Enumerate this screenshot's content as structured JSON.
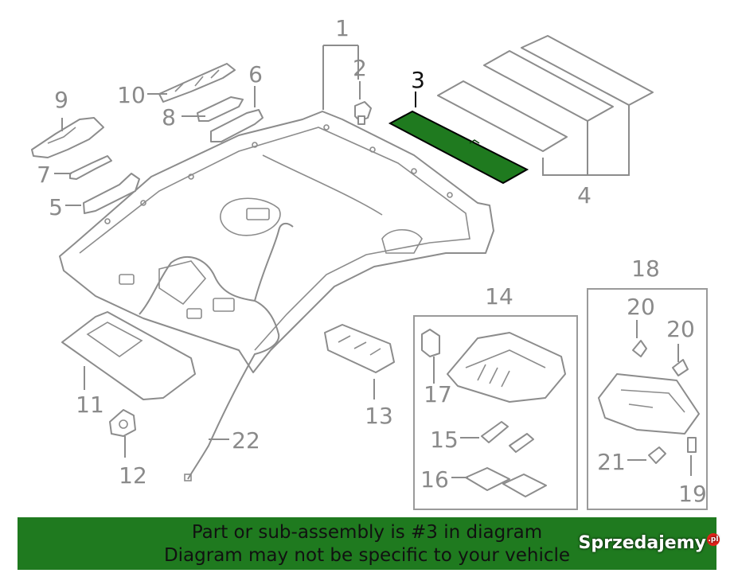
{
  "callouts": {
    "c1": "1",
    "c2": "2",
    "c3": "3",
    "c4": "4",
    "c5": "5",
    "c6": "6",
    "c7": "7",
    "c8": "8",
    "c9": "9",
    "c10": "10",
    "c11": "11",
    "c12": "12",
    "c13": "13",
    "c14": "14",
    "c15": "15",
    "c16": "16",
    "c17": "17",
    "c18": "18",
    "c19": "19",
    "c20a": "20",
    "c20b": "20",
    "c21": "21",
    "c22": "22"
  },
  "banner": {
    "line1": "Part or sub-assembly is #3 in diagram",
    "line2": "Diagram may not be specific to your vehicle"
  },
  "watermark": {
    "text": "Sprzedajemy",
    "badge": ".pl"
  },
  "colors": {
    "highlight": "#1f7a1f",
    "banner": "#1f7a1f",
    "line": "#8c8c8c"
  }
}
